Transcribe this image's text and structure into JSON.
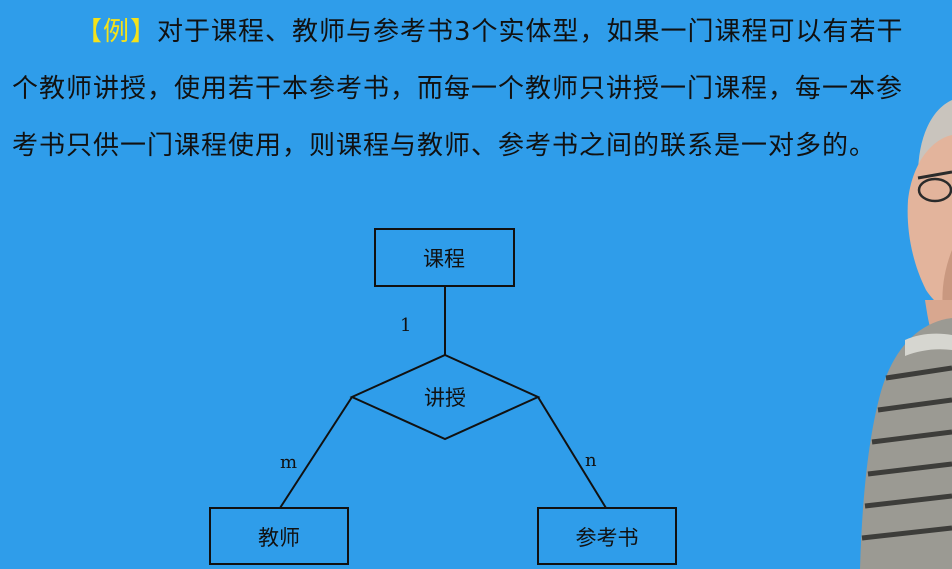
{
  "paragraph": {
    "tag": "【例】",
    "text": "对于课程、教师与参考书3个实体型，如果一门课程可以有若干个教师讲授，使用若干本参考书，而每一个教师只讲授一门课程，每一本参考书只供一门课程使用，则课程与教师、参考书之间的联系是一对多的。"
  },
  "er_diagram": {
    "entities": {
      "course": "课程",
      "teacher": "教师",
      "reference_book": "参考书"
    },
    "relationship": "讲授",
    "cardinality": {
      "course": "1",
      "teacher": "m",
      "reference_book": "n"
    }
  },
  "colors": {
    "background": "#2f9dea",
    "text": "#111111",
    "tag": "#f4e21a"
  }
}
